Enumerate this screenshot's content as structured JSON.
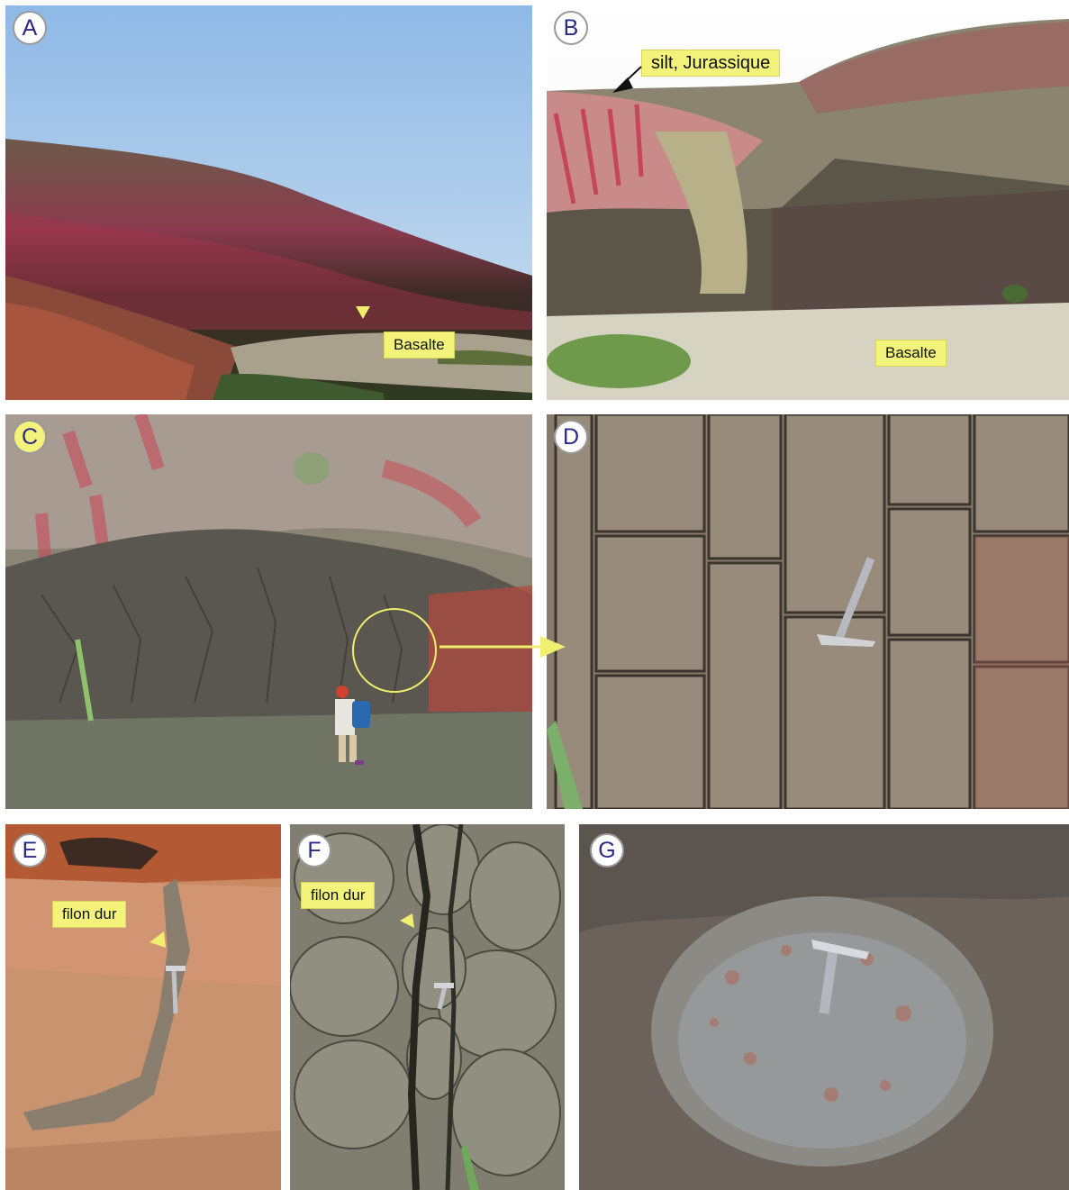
{
  "panels": [
    {
      "id": "A",
      "label": "A"
    },
    {
      "id": "B",
      "label": "B"
    },
    {
      "id": "C",
      "label": "C"
    },
    {
      "id": "D",
      "label": "D"
    },
    {
      "id": "E",
      "label": "E"
    },
    {
      "id": "F",
      "label": "F"
    },
    {
      "id": "G",
      "label": "G"
    }
  ],
  "annotations": {
    "a_basalte": "Basalte",
    "b_silt": "silt, Jurassique",
    "b_basalte": "Basalte",
    "e_filon": "filon dur",
    "f_filon": "filon dur"
  },
  "colors": {
    "label_bg": "#f3f27a",
    "badge_text": "#2a2a88",
    "arrow": "#f0ef6e"
  }
}
